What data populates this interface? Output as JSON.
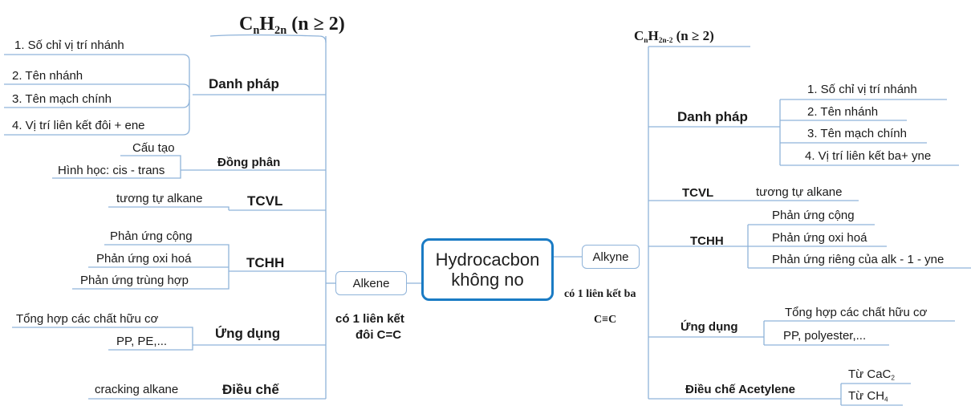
{
  "center": {
    "line1": "Hydrocacbon",
    "line2": "không no"
  },
  "alkene": {
    "label": "Alkene",
    "formula": {
      "main": "C",
      "n": "n",
      "h": "H",
      "hsub": "2n",
      "cond": " (n ≥ 2)"
    },
    "note_line1": "có 1 liên kết",
    "note_line2": "đôi C=C",
    "danh_phap": {
      "title": "Danh pháp",
      "items": [
        "1. Số chỉ vị trí nhánh",
        "2. Tên nhánh",
        "3. Tên mạch chính",
        "4. Vị trí liên kết đôi + ene"
      ]
    },
    "dong_phan": {
      "title": "Đồng phân",
      "items": [
        "Cấu tạo",
        "Hình học: cis - trans"
      ]
    },
    "tcvl": {
      "title": "TCVL",
      "items": [
        "tương tự alkane"
      ]
    },
    "tchh": {
      "title": "TCHH",
      "items": [
        "Phản ứng cộng",
        "Phản ứng oxi hoá",
        "Phản ứng trùng hợp"
      ]
    },
    "ung_dung": {
      "title": "Ứng dụng",
      "items": [
        "Tổng hợp các chất hữu cơ",
        "PP, PE,..."
      ]
    },
    "dieu_che": {
      "title": "Điều chế",
      "items": [
        "cracking alkane"
      ]
    }
  },
  "alkyne": {
    "label": "Alkyne",
    "formula": {
      "main": "C",
      "n": "n",
      "h": "H",
      "hsub": "2n-2",
      "cond": " (n ≥ 2)"
    },
    "note_line1": "có 1 liên kết ba",
    "note_line2": "C≡C",
    "danh_phap": {
      "title": "Danh pháp",
      "items": [
        "1. Số chỉ vị trí nhánh",
        "2. Tên nhánh",
        "3. Tên mạch chính",
        "4. Vị trí liên kết ba+ yne"
      ]
    },
    "tcvl": {
      "title": "TCVL",
      "items": [
        "tương tự alkane"
      ]
    },
    "tchh": {
      "title": "TCHH",
      "items": [
        "Phản ứng cộng",
        "Phản ứng oxi hoá",
        "Phản ứng riêng của alk - 1 - yne"
      ]
    },
    "ung_dung": {
      "title": "Ứng dụng",
      "items": [
        "Tổng hợp các chất hữu cơ",
        "PP, polyester,..."
      ]
    },
    "dieu_che": {
      "title": "Điều chế Acetylene",
      "items": [
        {
          "prefix": "Từ CaC",
          "sub": "2"
        },
        {
          "prefix": "Từ CH",
          "sub": "4"
        }
      ]
    }
  },
  "colors": {
    "line": "#8fb3d9",
    "center_border": "#1a7bc4"
  }
}
